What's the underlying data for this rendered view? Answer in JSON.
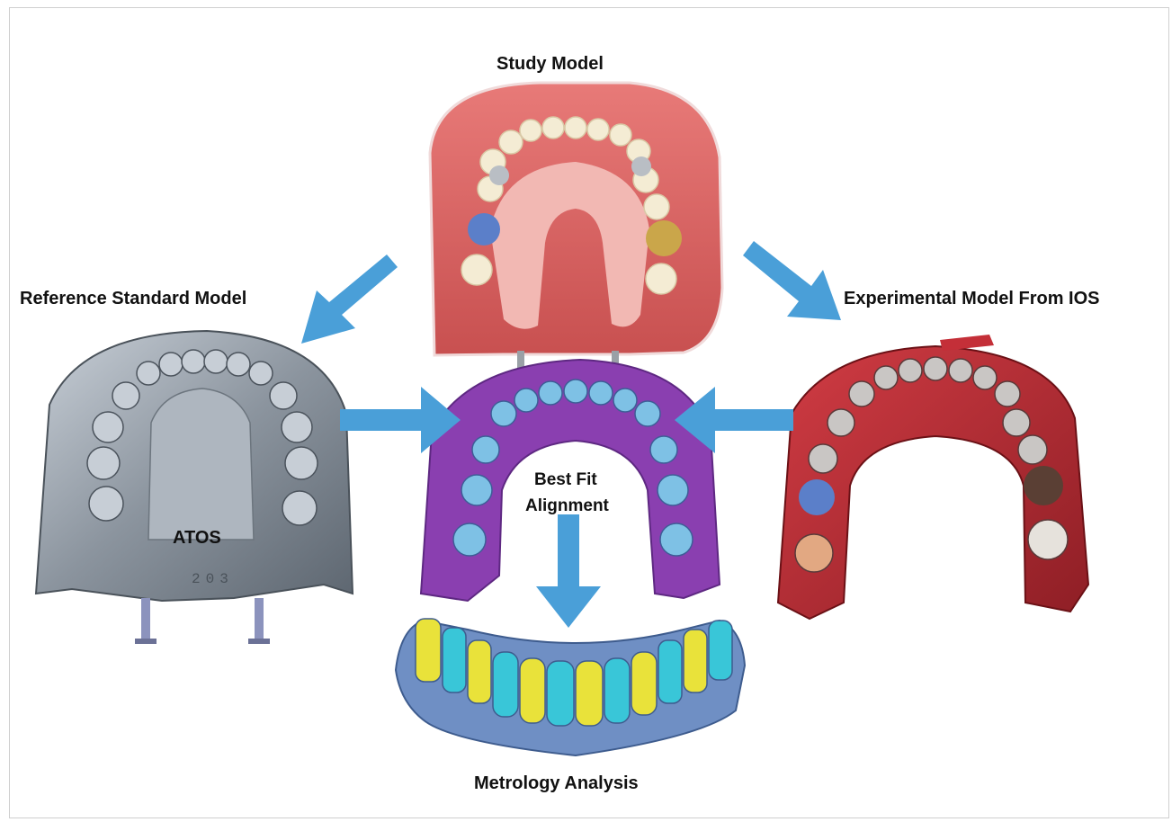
{
  "labels": {
    "study_model": "Study Model",
    "reference_standard_model": "Reference Standard Model",
    "experimental_model": "Experimental Model From IOS",
    "atos": "ATOS",
    "best_fit_line1": "Best Fit",
    "best_fit_line2": "Alignment",
    "metrology_analysis": "Metrology Analysis"
  },
  "colors": {
    "arrow": "#4a9fd8",
    "study_gum": "#e06a6a",
    "reference_metal": "#9aa3ad",
    "best_fit_purple": "#8a3fb0",
    "best_fit_cyan": "#7ec8e8",
    "experimental_red": "#c42f38",
    "metrology_blue": "#6f8fc4",
    "metrology_yellow": "#e9e23a",
    "metrology_cyan": "#39c6d8"
  }
}
